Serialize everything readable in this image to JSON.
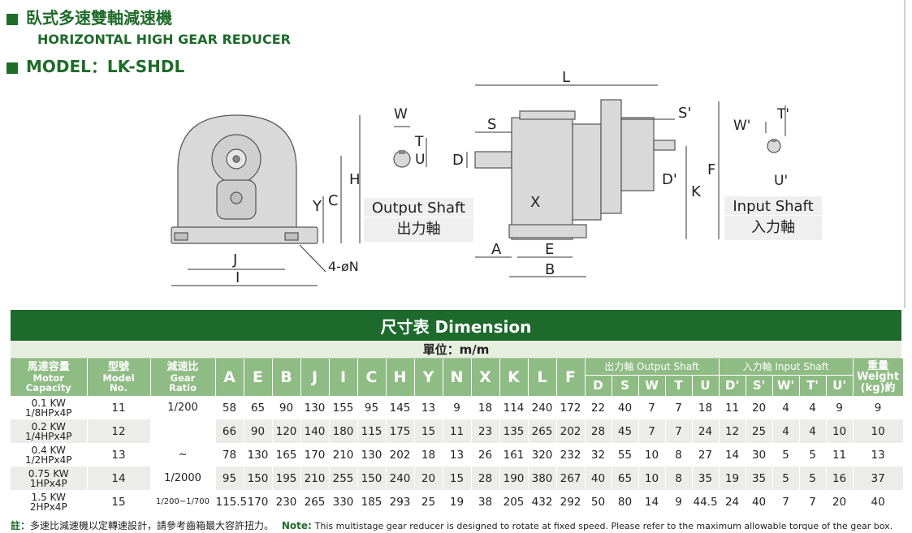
{
  "header": {
    "title_cn": "臥式多速雙軸減速機",
    "title_en": "HORIZONTAL HIGH GEAR REDUCER",
    "model": "MODEL：LK-SHDL"
  },
  "diagram": {
    "front_labels": {
      "H": "H",
      "Y": "Y",
      "C": "C",
      "J": "J",
      "I": "I",
      "N": "4-øN"
    },
    "output_shaft": {
      "W": "W",
      "U": "U",
      "T": "T",
      "D": "D",
      "title_en": "Output Shaft",
      "title_cn": "出力軸"
    },
    "side_labels": {
      "L": "L",
      "S": "S",
      "S_prime": "S'",
      "D_prime": "D'",
      "K": "K",
      "F": "F",
      "X": "X",
      "A": "A",
      "E": "E",
      "B": "B"
    },
    "input_shaft": {
      "W_prime": "W'",
      "T_prime": "T'",
      "U_prime": "U'",
      "title_en": "Input Shaft",
      "title_cn": "入力軸"
    }
  },
  "table": {
    "title": "尺寸表 Dimension",
    "unit": "單位：m/m",
    "headers": {
      "motor_cn": "馬達容量",
      "motor_en1": "Motor",
      "motor_en2": "Capacity",
      "model_cn": "型號",
      "model_en1": "Model",
      "model_en2": "No.",
      "ratio_cn": "減速比",
      "ratio_en1": "Gear",
      "ratio_en2": "Ratio",
      "dims": [
        "A",
        "E",
        "B",
        "J",
        "I",
        "C",
        "H",
        "Y",
        "N",
        "X",
        "K",
        "L",
        "F"
      ],
      "output_group": "出力軸 Output Shaft",
      "output_cols": [
        "D",
        "S",
        "W",
        "T",
        "U"
      ],
      "input_group": "入力軸 Input Shaft",
      "input_cols": [
        "D'",
        "S'",
        "W'",
        "T'",
        "U'"
      ],
      "weight_cn": "重量",
      "weight_en1": "Weight",
      "weight_en2": "(kg)約"
    },
    "rows": [
      {
        "kw": "0.1 KW",
        "hp": "1/8HPx4P",
        "model": "11",
        "vals": [
          "58",
          "65",
          "90",
          "130",
          "155",
          "95",
          "145",
          "13",
          "9",
          "18",
          "114",
          "240",
          "172",
          "22",
          "40",
          "7",
          "7",
          "18",
          "11",
          "20",
          "4",
          "4",
          "9",
          "9"
        ]
      },
      {
        "kw": "0.2 KW",
        "hp": "1/4HPx4P",
        "model": "12",
        "vals": [
          "66",
          "90",
          "120",
          "140",
          "180",
          "115",
          "175",
          "15",
          "11",
          "23",
          "135",
          "265",
          "202",
          "28",
          "45",
          "7",
          "7",
          "24",
          "12",
          "25",
          "4",
          "4",
          "10",
          "10"
        ]
      },
      {
        "kw": "0.4 KW",
        "hp": "1/2HPx4P",
        "model": "13",
        "vals": [
          "78",
          "130",
          "165",
          "170",
          "210",
          "130",
          "202",
          "18",
          "13",
          "26",
          "161",
          "320",
          "232",
          "32",
          "55",
          "10",
          "8",
          "27",
          "14",
          "30",
          "5",
          "5",
          "11",
          "13"
        ]
      },
      {
        "kw": "0.75 KW",
        "hp": "1HPx4P",
        "model": "14",
        "vals": [
          "95",
          "150",
          "195",
          "210",
          "255",
          "150",
          "240",
          "20",
          "15",
          "28",
          "190",
          "380",
          "267",
          "40",
          "65",
          "10",
          "8",
          "35",
          "19",
          "35",
          "5",
          "5",
          "16",
          "37"
        ]
      },
      {
        "kw": "1.5 KW",
        "hp": "2HPx4P",
        "model": "15",
        "vals": [
          "115.5",
          "170",
          "230",
          "265",
          "330",
          "185",
          "293",
          "25",
          "19",
          "38",
          "205",
          "432",
          "292",
          "50",
          "80",
          "14",
          "9",
          "44.5",
          "24",
          "40",
          "7",
          "7",
          "20",
          "40"
        ]
      }
    ],
    "ratios": {
      "r1": "1/200",
      "tilde": "~",
      "r2": "1/2000",
      "r3": "1/200~1/700"
    }
  },
  "note": {
    "cn_label": "註：",
    "cn_text": "多速比減速機以定轉速設計，請參考齒箱最大容許扭力。",
    "en_label": "Note:",
    "en_text": "This multistage gear reducer is designed to rotate at fixed speed. Please refer to the maximum allowable torque of the gear box."
  }
}
